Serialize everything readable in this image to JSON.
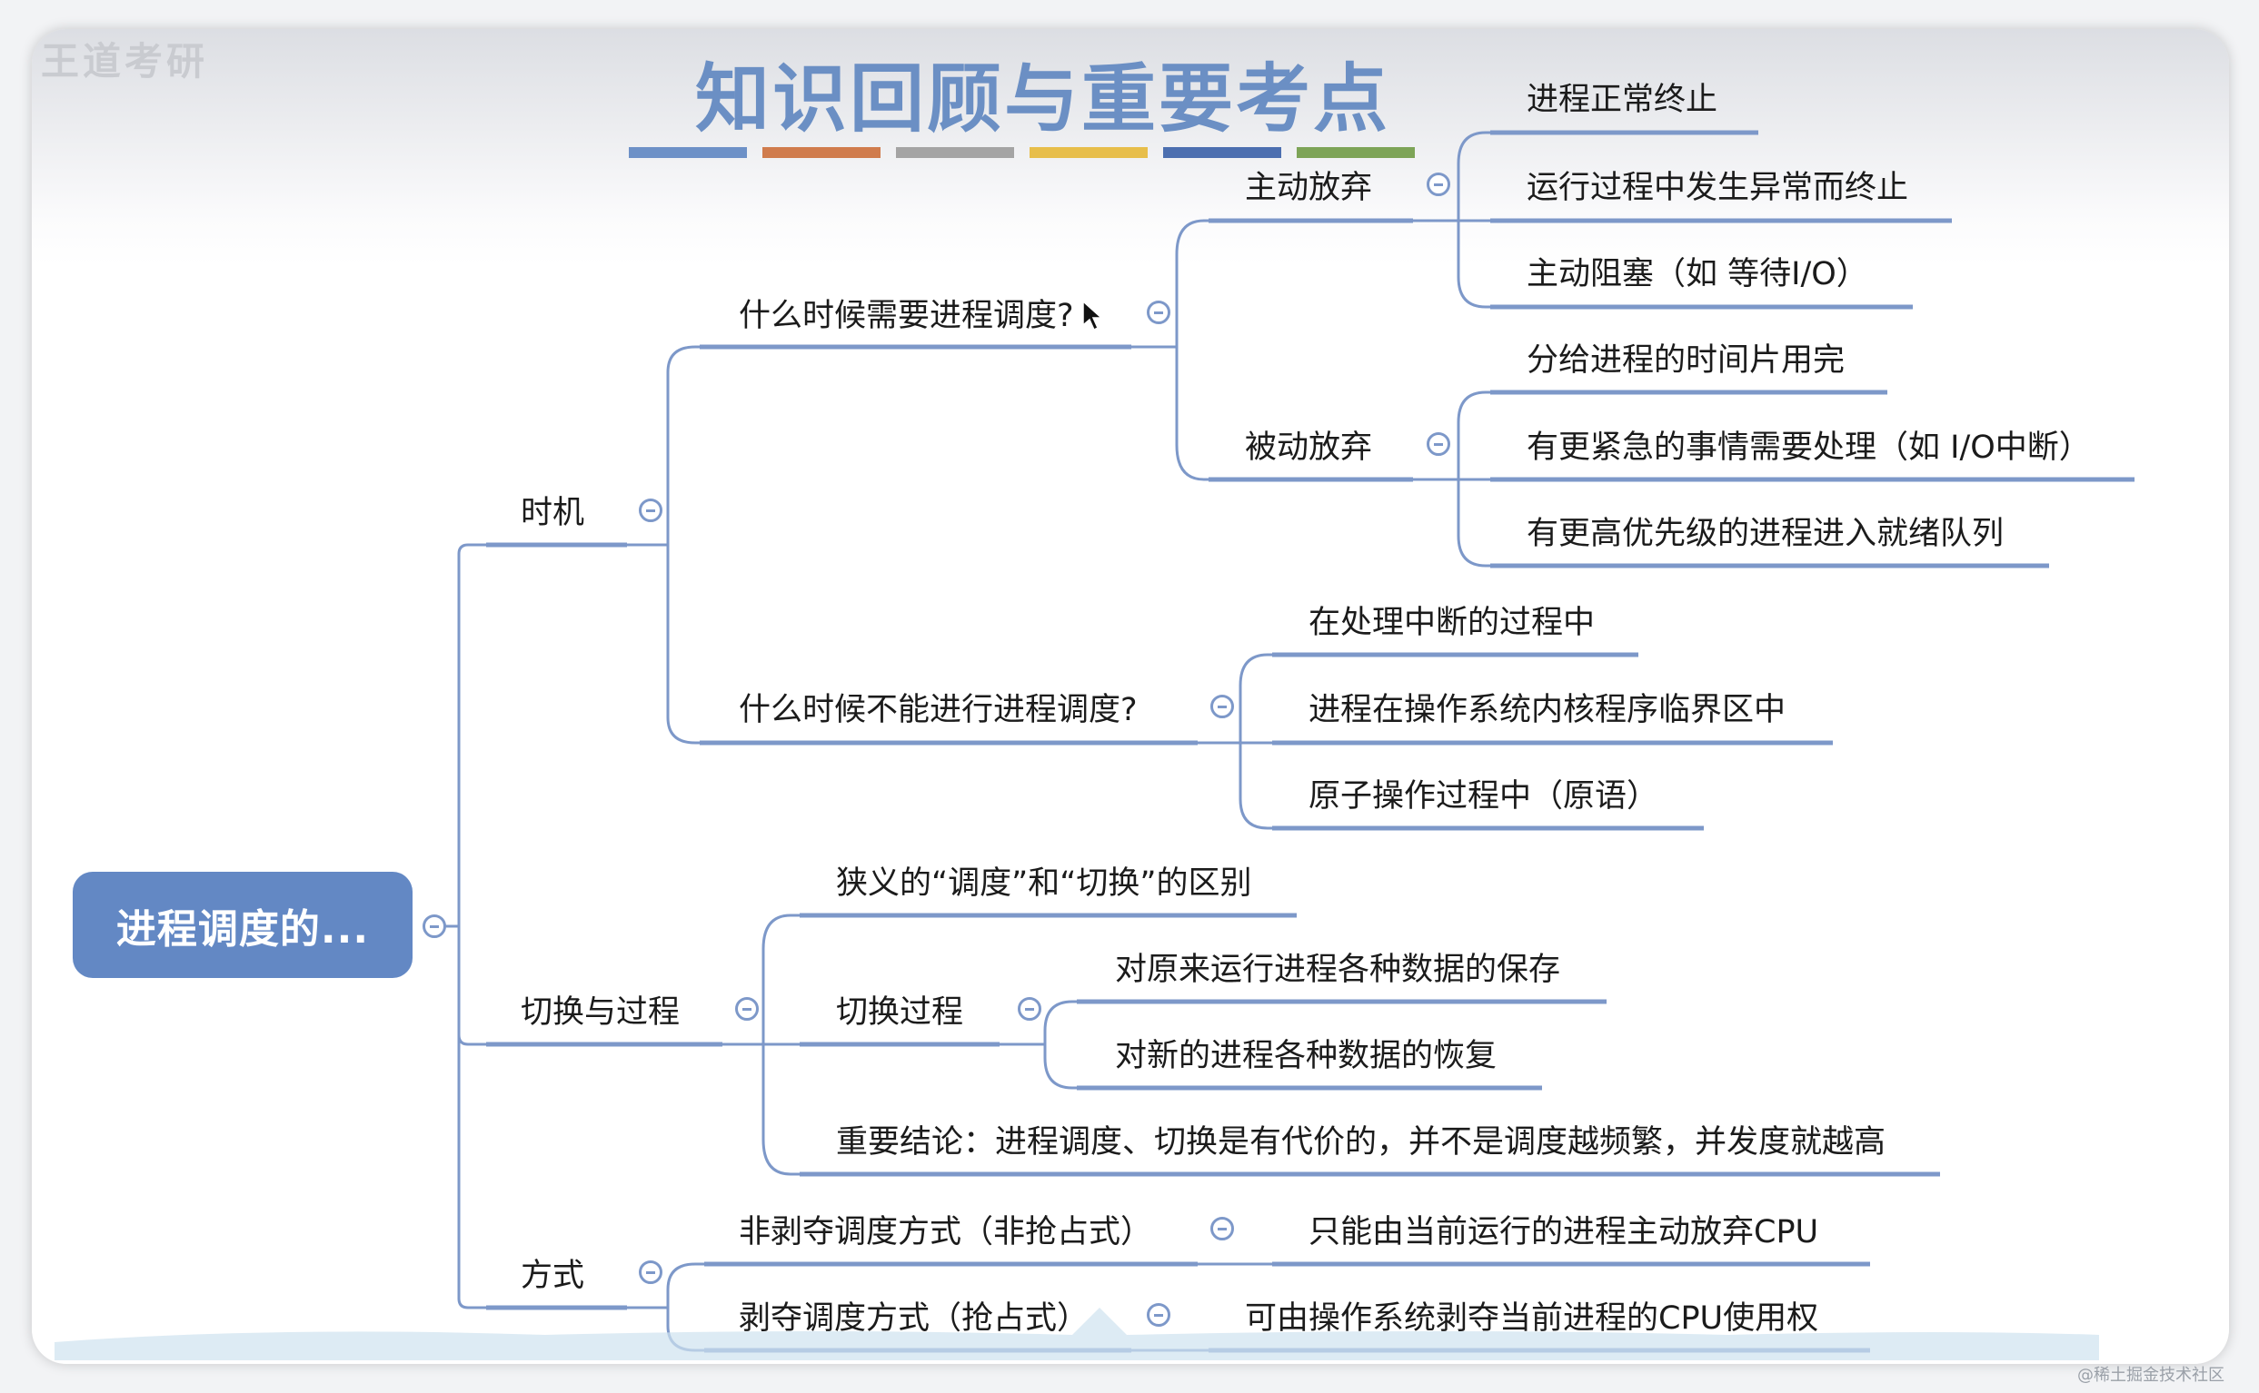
{
  "header": {
    "logo_text": "王道考研",
    "title": "知识回顾与重要考点",
    "color_bars": [
      "#6d91c7",
      "#d07c4d",
      "#a4a4a4",
      "#e7be4a",
      "#4c6fb0",
      "#7da457"
    ]
  },
  "colors": {
    "branch_line": "#7d98c9",
    "root_fill": "#6388c4"
  },
  "root": {
    "label": "进程调度的..."
  },
  "nodes": {
    "shiji": "时机",
    "when_need": "什么时候需要进程调度?",
    "zhudong": "主动放弃",
    "zhudong_1": "进程正常终止",
    "zhudong_2": "运行过程中发生异常而终止",
    "zhudong_3": "主动阻塞（如 等待I/O）",
    "beidong": "被动放弃",
    "beidong_1": "分给进程的时间片用完",
    "beidong_2": "有更紧急的事情需要处理（如 I/O中断）",
    "beidong_3": "有更高优先级的进程进入就绪队列",
    "when_not": "什么时候不能进行进程调度?",
    "not_1": "在处理中断的过程中",
    "not_2": "进程在操作系统内核程序临界区中",
    "not_3": "原子操作过程中（原语）",
    "qiehuan": "切换与过程",
    "narrow": "狭义的“调度”和“切换”的区别",
    "switch_proc": "切换过程",
    "switch_1": "对原来运行进程各种数据的保存",
    "switch_2": "对新的进程各种数据的恢复",
    "conclusion": "重要结论：进程调度、切换是有代价的，并不是调度越频繁，并发度就越高",
    "fangshi": "方式",
    "nonpre": "非剥夺调度方式（非抢占式）",
    "nonpre_1": "只能由当前运行的进程主动放弃CPU",
    "pre": "剥夺调度方式（抢占式）",
    "pre_1": "可由操作系统剥夺当前进程的CPU使用权"
  },
  "footer": {
    "watermark": "@稀土掘金技术社区"
  }
}
